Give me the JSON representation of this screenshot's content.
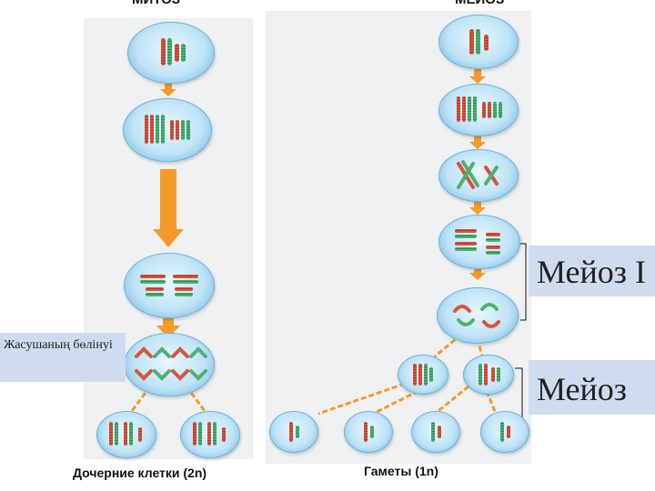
{
  "headings": {
    "left": "МИТОЗ",
    "right": "МЕЙОЗ"
  },
  "captions": {
    "left": "Дочерние клетки (2n)",
    "right": "Гаметы (1n)"
  },
  "labels": {
    "meiosis_one": "Мейоз I",
    "meiosis_two": "Мейоз",
    "cell_division": "Жасушаның бөлінуі"
  },
  "colors": {
    "arrow": "#f39a2a",
    "cell_edge": "#5aa8d6",
    "label_bg": "#cfdcef",
    "chrom_red": "#d9533f",
    "chrom_green": "#4fb072"
  }
}
